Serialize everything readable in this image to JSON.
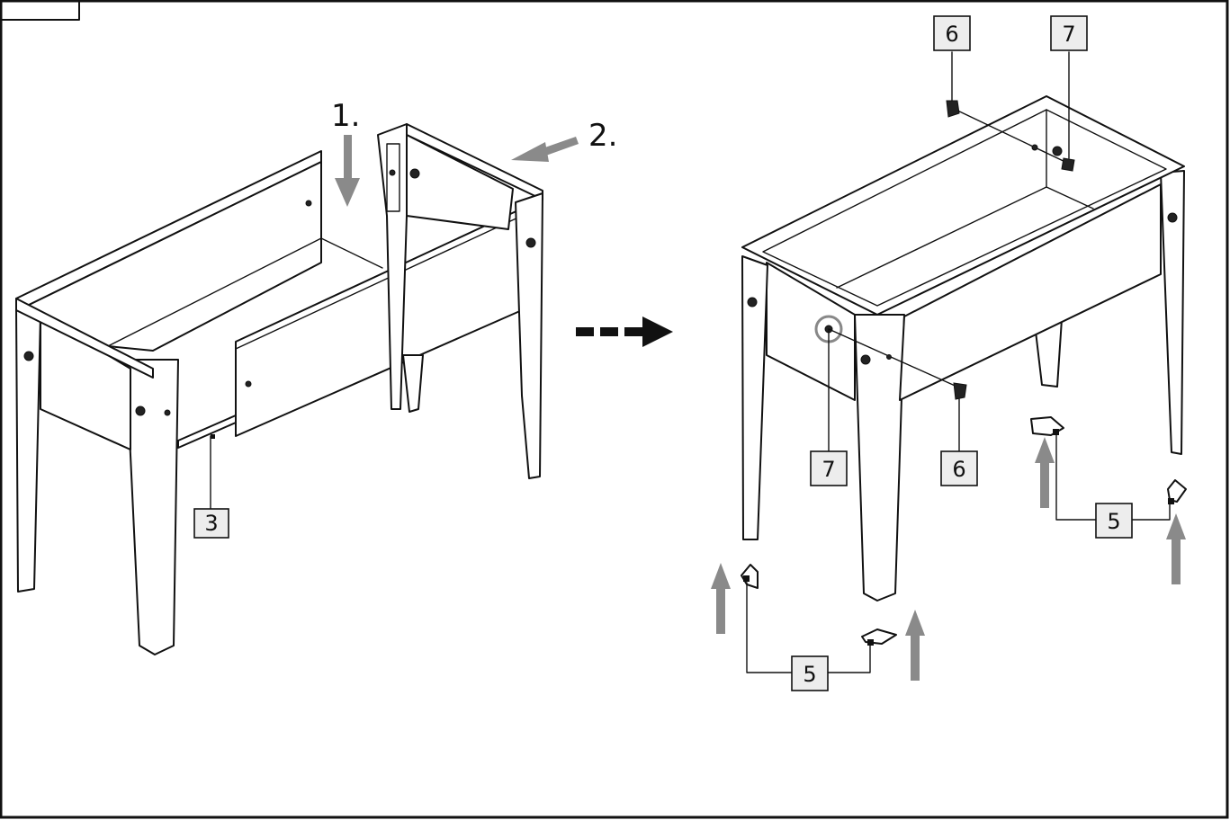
{
  "diagram": {
    "steps": [
      "1.",
      "2."
    ],
    "callouts": {
      "left_part": "3",
      "bracket_front": "5",
      "bracket_back": "5",
      "bolt_top": "6",
      "washer_top": "7",
      "washer_side": "7",
      "bolt_side": "6"
    },
    "colors": {
      "line": "#111111",
      "arrow_grey": "#8a8a8a",
      "callout_fill": "#ededed"
    }
  }
}
